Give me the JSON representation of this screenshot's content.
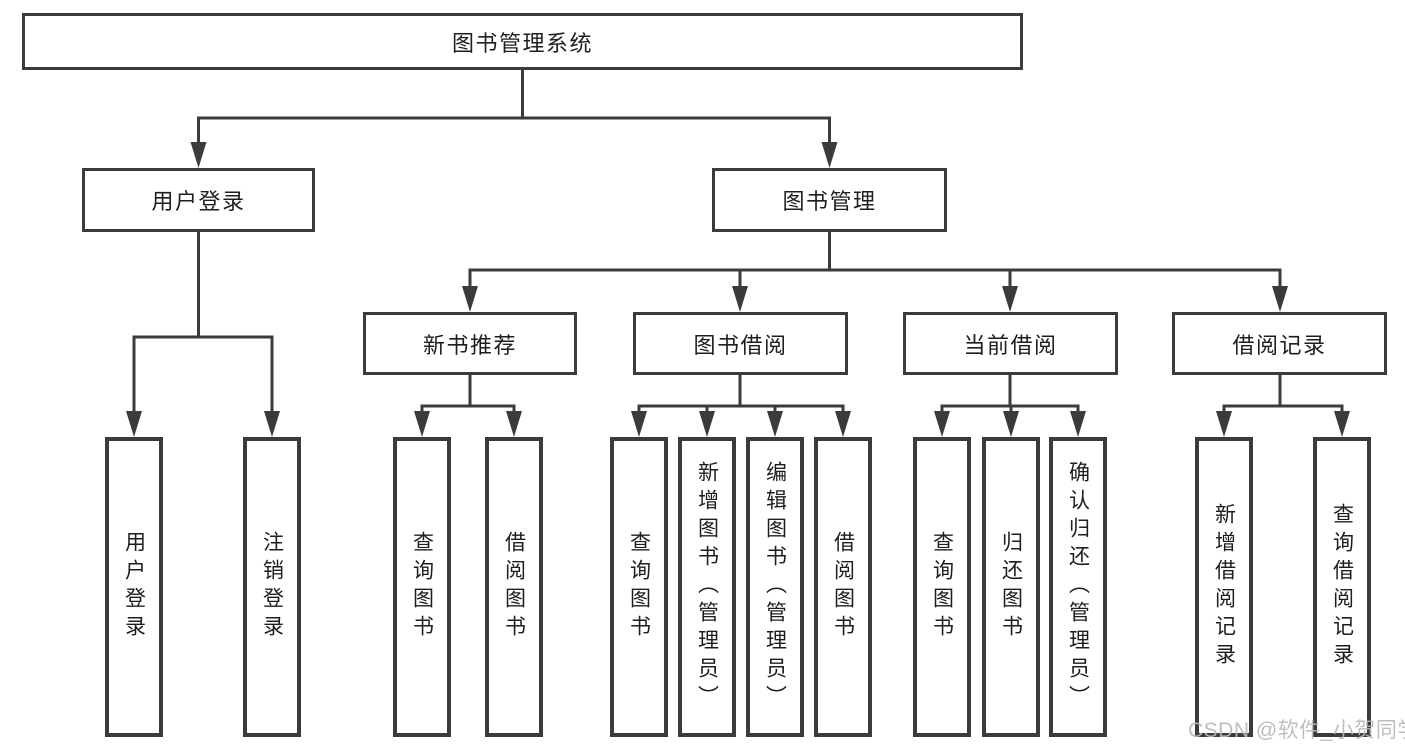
{
  "diagram_title": "图书管理系统",
  "colors": {
    "line": "#3b3b3b",
    "text": "#1e1e1e",
    "background": "#ffffff",
    "watermark": "#b8b8b8"
  },
  "watermark": {
    "text": "CSDN @软件_小贺同学"
  },
  "tree": {
    "label": "图书管理系统",
    "children": [
      {
        "label": "用户登录",
        "children": [
          {
            "label": "用户登录"
          },
          {
            "label": "注销登录"
          }
        ]
      },
      {
        "label": "图书管理",
        "children": [
          {
            "label": "新书推荐",
            "children": [
              {
                "label": "查询图书"
              },
              {
                "label": "借阅图书"
              }
            ]
          },
          {
            "label": "图书借阅",
            "children": [
              {
                "label": "查询图书"
              },
              {
                "label": "新增图书（管理员）"
              },
              {
                "label": "编辑图书（管理员）"
              },
              {
                "label": "借阅图书"
              }
            ]
          },
          {
            "label": "当前借阅",
            "children": [
              {
                "label": "查询图书"
              },
              {
                "label": "归还图书"
              },
              {
                "label": "确认归还（管理员）"
              }
            ]
          },
          {
            "label": "借阅记录",
            "children": [
              {
                "label": "新增借阅记录"
              },
              {
                "label": "查询借阅记录"
              }
            ]
          }
        ]
      }
    ]
  }
}
